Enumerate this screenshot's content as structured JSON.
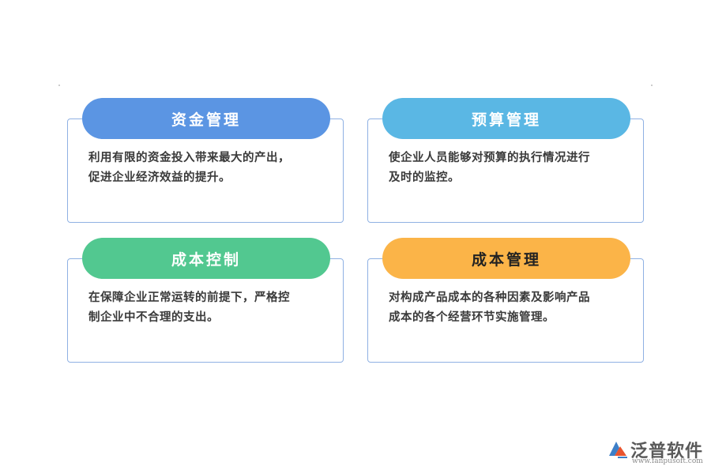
{
  "cards": [
    {
      "title": "资金管理",
      "color": "#5b95e3",
      "text": [
        "利用有限的资金投入带来最大的产出，",
        "促进企业经济效益的提升。"
      ]
    },
    {
      "title": "预算管理",
      "color": "#5ab7e4",
      "text": [
        "使企业人员能够对预算的执行情况进行",
        "及时的监控。"
      ]
    },
    {
      "title": "成本控制",
      "color": "#52c890",
      "text": [
        "在保障企业正常运转的前提下，严格控",
        "制企业中不合理的支出。"
      ]
    },
    {
      "title": "成本管理",
      "color": "#fbb448",
      "text": [
        "对构成产品成本的各种因素及影响产品",
        "成本的各个经营环节实施管理。"
      ]
    }
  ],
  "logo": {
    "name": "泛普软件",
    "url": "www.fanpusoft.com",
    "icon": "fanpu-logo-icon"
  }
}
